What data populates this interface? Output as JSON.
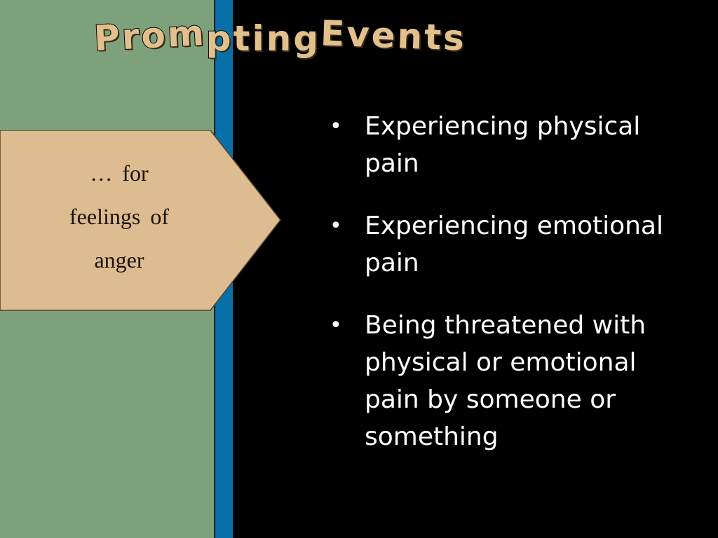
{
  "slide": {
    "title": {
      "part1": "Prom",
      "part2": "pting ",
      "part3": "Events"
    },
    "arrow": {
      "lines": [
        "… for",
        "feelings of",
        "anger"
      ]
    },
    "bullets": [
      "Experiencing physical pain",
      "Experiencing emotional pain",
      "Being threatened with physical or emotional pain by someone or something"
    ],
    "bullet_glyph": "•"
  },
  "colors": {
    "background": "#000000",
    "left_panel": "#7da27b",
    "blue_stripe": "#0870a8",
    "arrow_fill": "#dcbc90",
    "title_fill": "#e2c08e",
    "text": "#ffffff"
  }
}
